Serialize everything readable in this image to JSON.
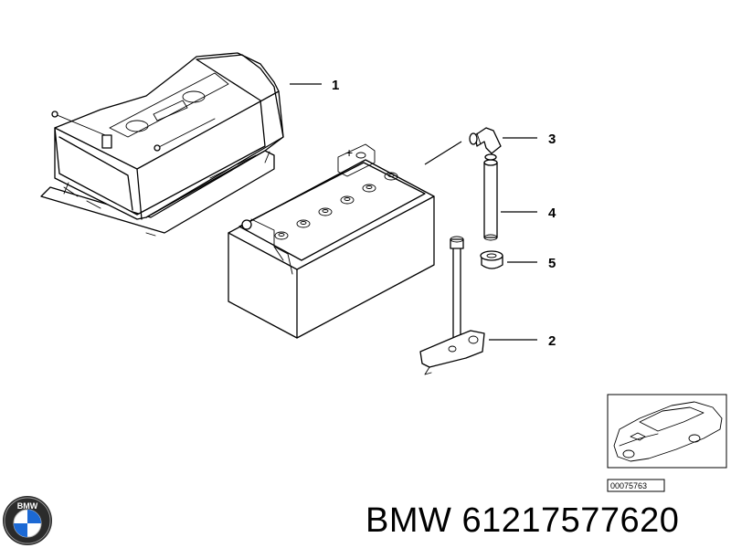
{
  "brand": "BMW",
  "part_number": "61217577620",
  "logo_text": "BMW",
  "reference_code": "00075763",
  "callouts": [
    {
      "label": "1"
    },
    {
      "label": "3"
    },
    {
      "label": "4"
    },
    {
      "label": "5"
    },
    {
      "label": "2"
    }
  ],
  "battery_terminal_symbol": "+",
  "colors": {
    "line": "#000000",
    "background": "#ffffff",
    "logo_blue": "#1c69d4"
  }
}
